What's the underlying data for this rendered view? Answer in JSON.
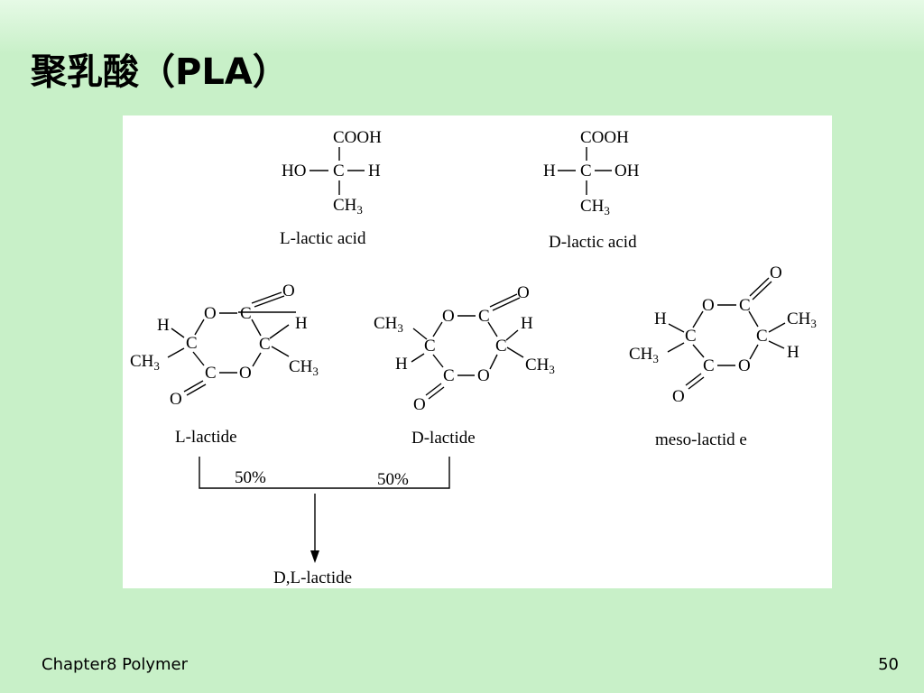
{
  "slide": {
    "title": "聚乳酸（PLA）",
    "footer_left": "Chapter8 Polymer",
    "page_number": "50"
  },
  "labels": {
    "l_lactic_acid": "L-lactic acid",
    "d_lactic_acid": "D-lactic acid",
    "l_lactide": "L-lactide",
    "d_lactide": "D-lactide",
    "meso_lactide": "meso-lactid e",
    "dl_lactide": "D,L-lactide",
    "percent_left": "50%",
    "percent_right": "50%"
  },
  "atoms": {
    "carbon": "C",
    "oxygen": "O",
    "hydrogen": "H",
    "hydroxyl_left": "HO",
    "hydroxyl_right": "OH",
    "carboxyl": "COOH",
    "methyl": "CH",
    "methyl_sub": "3"
  },
  "colors": {
    "background": "#c8f0c8",
    "panel": "#ffffff"
  }
}
